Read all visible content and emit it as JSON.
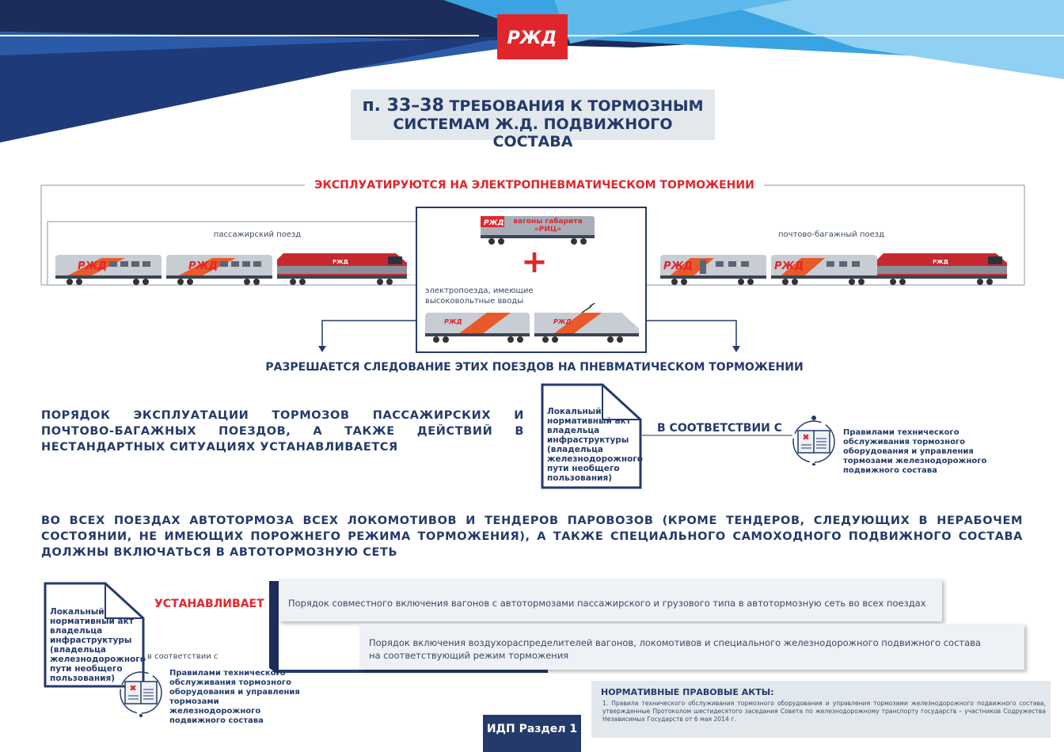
{
  "logo": {
    "text": "РЖД"
  },
  "title": {
    "prefix": "п. 33–38",
    "line1": "ТРЕБОВАНИЯ К ТОРМОЗНЫМ",
    "line2": "СИСТЕМАМ Ж.Д. ПОДВИЖНОГО СОСТАВА"
  },
  "section1": {
    "heading": "ЭКСПЛУАТИРУЮТСЯ НА ЭЛЕКТРОПНЕВМАТИЧЕСКОМ ТОРМОЖЕНИИ",
    "left_label": "пассажирский поезд",
    "right_label": "почтово-багажный поезд",
    "center_car_label_1": "вагоны габарита",
    "center_car_label_2": "«РИЦ»",
    "plus": "+",
    "center_bottom_label": "электропоезда, имеющие высоковольтные вводы",
    "footer": "РАЗРЕШАЕТСЯ СЛЕДОВАНИЕ ЭТИХ ПОЕЗДОВ НА ПНЕВМАТИЧЕСКОМ ТОРМОЖЕНИИ"
  },
  "section2": {
    "text": "ПОРЯДОК ЭКСПЛУАТАЦИИ ТОРМОЗОВ ПАССАЖИРСКИХ И ПОЧТОВО-БАГАЖНЫХ ПОЕЗДОВ, А ТАКЖЕ ДЕЙСТВИЙ В НЕСТАНДАРТНЫХ СИТУАЦИЯХ УСТАНАВЛИВАЕТСЯ",
    "doc": "Локальный нормативный акт владельца инфраструктуры (владельца железнодорожного пути необщего пользования)",
    "connector": "В СООТВЕТСТВИИ С",
    "rules": "Правилами технического обслуживания тормозного оборудования и управления тормозами железнодорожного подвижного состава"
  },
  "section3": {
    "text": "ВО ВСЕХ ПОЕЗДАХ АВТОТОРМОЗА ВСЕХ ЛОКОМОТИВОВ И ТЕНДЕРОВ ПАРОВОЗОВ (КРОМЕ ТЕНДЕРОВ, СЛЕДУЮЩИХ В НЕРАБОЧЕМ СОСТОЯНИИ, НЕ ИМЕЮЩИХ ПОРОЖНЕГО РЕЖИМА ТОРМОЖЕНИЯ), А ТАКЖЕ СПЕЦИАЛЬНОГО САМОХОДНОГО ПОДВИЖНОГО СОСТАВА ДОЛЖНЫ ВКЛЮЧАТЬСЯ В АВТОТОРМОЗНУЮ СЕТЬ"
  },
  "section4": {
    "doc": "Локальный нормативный акт владельца инфраструктуры (владельца железнодорожного пути необщего пользования)",
    "establishes": "УСТАНАВЛИВАЕТ",
    "according": "в соответствии с",
    "rules": "Правилами технического обслуживания тормозного оборудования и управления тормозами железнодорожного подвижного состава",
    "box1": "Порядок совместного включения вагонов с автотормозами пассажирского и грузового типа в автотормозную сеть во всех поездах",
    "box2_line1": "Порядок включения воздухораспределителей вагонов, локомотивов и специального железнодорожного подвижного состава",
    "box2_line2": "на соответствующий режим торможения"
  },
  "legal": {
    "heading": "НОРМАТИВНЫЕ ПРАВОВЫЕ АКТЫ:",
    "item": "1. Правила технического обслуживания тормозного оборудования и управления тормозами железнодорожного подвижного состава, утвержденные Протоколом шестидесятого заседания Совета по железнодорожному транспорту государств – участников Содружества Независимых Государств от 6 мая 2014 г."
  },
  "footer_badge": "ИДП Раздел 1",
  "colors": {
    "navy": "#243a6b",
    "red": "#e0262b",
    "blue": "#2e8fd6",
    "light_blue": "#8fd0f3"
  }
}
